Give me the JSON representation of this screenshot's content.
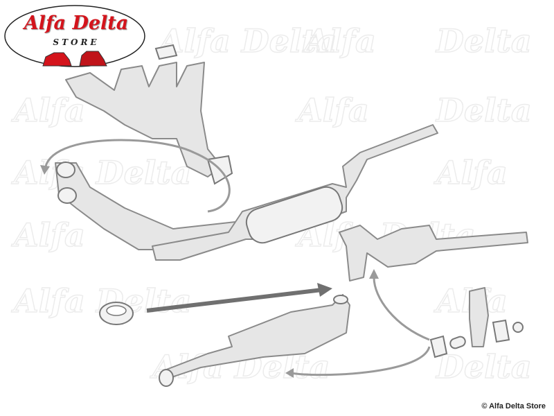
{
  "logo": {
    "title": "Alfa Delta",
    "subtitle": "STORE"
  },
  "watermark_text": "Alfa Delta",
  "copyright": "© Alfa Delta Store",
  "colors": {
    "brand_red": "#d4141c",
    "part_gray": "#e6e6e6",
    "outline": "#8a8a8a",
    "arrow_dark": "#707070"
  }
}
